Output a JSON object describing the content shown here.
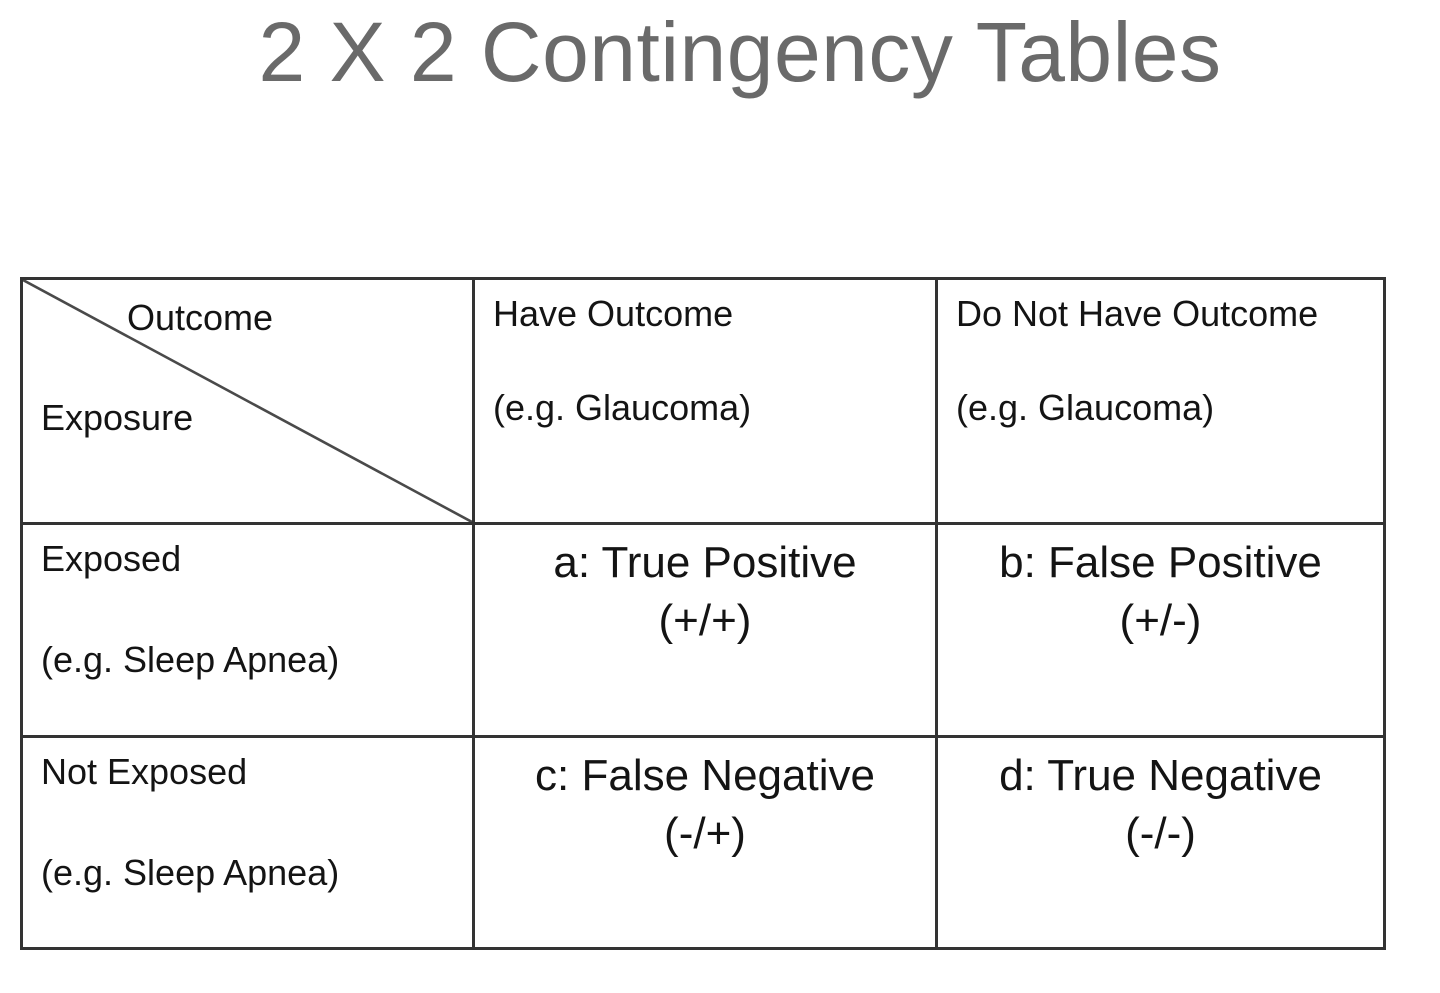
{
  "slide": {
    "title": "2 X 2 Contingency Tables"
  },
  "table": {
    "corner": {
      "top_label": "Outcome",
      "bottom_label": "Exposure"
    },
    "col_headers": [
      {
        "line1": "Have Outcome",
        "line2": "(e.g. Glaucoma)"
      },
      {
        "line1": "Do Not Have Outcome",
        "line2": "(e.g. Glaucoma)"
      }
    ],
    "row_headers": [
      {
        "line1": "Exposed",
        "line2": "(e.g. Sleep Apnea)"
      },
      {
        "line1": "Not Exposed",
        "line2": "(e.g. Sleep Apnea)"
      }
    ],
    "cells": [
      [
        {
          "line1": "a: True Positive",
          "line2": "(+/+)"
        },
        {
          "line1": "b: False Positive",
          "line2": "(+/-)"
        }
      ],
      [
        {
          "line1": "c: False Negative",
          "line2": "(-/+)"
        },
        {
          "line1": "d: True Negative",
          "line2": "(-/-)"
        }
      ]
    ]
  },
  "colors": {
    "background": "#ffffff",
    "title_text": "#6a6a6a",
    "body_text": "#141414",
    "border": "#333333"
  }
}
